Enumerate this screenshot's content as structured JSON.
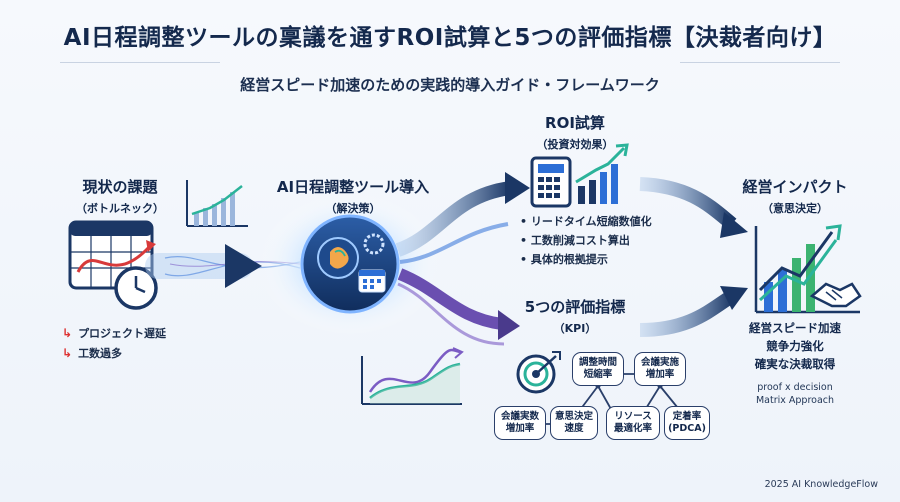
{
  "title": "AI日程調整ツールの稟議を通すROI試算と5つの評価指標【決裁者向け】",
  "subtitle": "経営スピード加速のための実践的導入ガイド・フレームワーク",
  "current": {
    "title": "現状の課題",
    "sub": "（ボトルネック）",
    "items": [
      "プロジェクト遅延",
      "工数過多"
    ]
  },
  "intro": {
    "title": "AI日程調整ツール導入",
    "sub": "（解決策）"
  },
  "roi": {
    "title": "ROI試算",
    "sub": "（投資対効果）",
    "items": [
      "リードタイム短縮数値化",
      "工数削減コスト算出",
      "具体的根拠提示"
    ]
  },
  "kpi": {
    "title": "5つの評価指標",
    "sub": "（KPI）",
    "nodes": [
      {
        "line1": "調整時間",
        "line2": "短縮率"
      },
      {
        "line1": "会議実施",
        "line2": "増加率"
      },
      {
        "line1": "会議実数",
        "line2": "増加率"
      },
      {
        "line1": "意思決定",
        "line2": "速度"
      },
      {
        "line1": "リソース",
        "line2": "最適化率"
      },
      {
        "line1": "定着率",
        "line2": "(PDCA)"
      }
    ]
  },
  "impact": {
    "title": "経営インパクト",
    "sub": "（意思決定）",
    "items": [
      "経営スピード加速",
      "競争力強化",
      "確実な決裁取得"
    ],
    "approach_line1": "proof x decision",
    "approach_line2": "Matrix Approach"
  },
  "footer": "2025 AI KnowledgeFlow",
  "colors": {
    "navy": "#1b3765",
    "teal": "#2bb39a",
    "green": "#3cb371",
    "purple": "#7b5cc4",
    "blue": "#2d6fd6",
    "red": "#d83a3a"
  }
}
